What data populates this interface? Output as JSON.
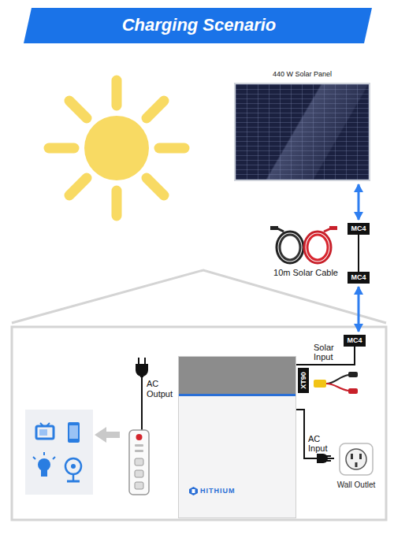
{
  "diagram": {
    "title": "Charging Scenario",
    "nodes": [
      {
        "text": [
          "440 W Solar Panel"
        ]
      },
      {
        "text": [
          "MC4"
        ]
      },
      {
        "text": [
          "MC4"
        ]
      },
      {
        "text": [
          "MC4"
        ]
      },
      {
        "text": [
          "HITHIUM"
        ]
      },
      {
        "text": [
          "Wall Outlet"
        ]
      }
    ],
    "edges": [
      {
        "from": 0,
        "to": 1,
        "arrow": "both"
      },
      {
        "from": 1,
        "to": 2,
        "arrow": "none"
      },
      {
        "from": 2,
        "to": 3,
        "arrow": "both"
      },
      {
        "from": 3,
        "to": 4,
        "label": "Solar Input",
        "arrow": "none"
      },
      {
        "from": 4,
        "to": 5,
        "label": "AC Input",
        "arrow": "none"
      }
    ],
    "labels": [
      "10m Solar Cable",
      "XT90",
      "AC Output"
    ]
  }
}
